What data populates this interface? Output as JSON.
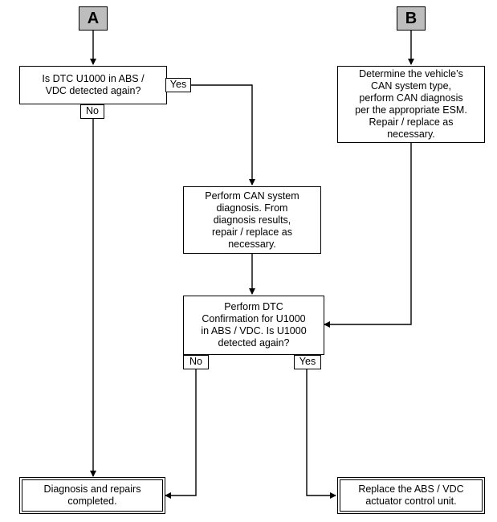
{
  "connectors": {
    "a": "A",
    "b": "B"
  },
  "nodes": {
    "q_abs_again": "Is DTC U1000 in ABS /\nVDC detected again?",
    "b_check_can": "Determine the vehicle’s\nCAN system type,\nperform CAN diagnosis\nper the appropriate ESM.\nRepair / replace as\nnecessary.",
    "perform_can": "Perform CAN system\ndiagnosis. From\ndiagnosis results,\nrepair / replace as\nnecessary.",
    "perform_confirm": "Perform DTC\nConfirmation for U1000\nin ABS / VDC. Is U1000\ndetected again?",
    "end_completed": "Diagnosis and repairs\ncompleted.",
    "end_replace": "Replace the ABS / VDC\nactuator control unit."
  },
  "labels": {
    "yes_1": "Yes",
    "no_1": "No",
    "no_2": "No",
    "yes_2": "Yes"
  }
}
